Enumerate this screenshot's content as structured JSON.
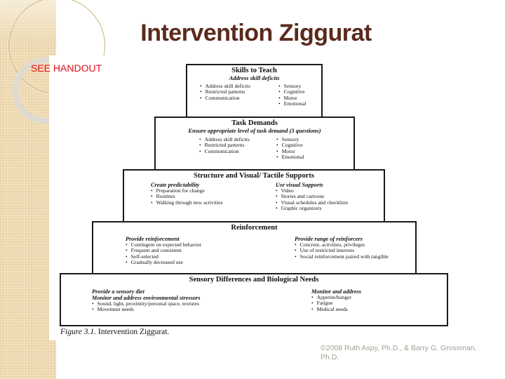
{
  "slide": {
    "title": "Intervention Ziggurat",
    "note": "SEE HANDOUT",
    "copyright": "©2008 Ruth Aspy, Ph.D., & Barry G. Grossman, Ph.D.",
    "colors": {
      "title": "#5a2a1c",
      "note": "#e0101a",
      "band": "#f1dfba",
      "copyright": "#a39e93"
    }
  },
  "figure": {
    "caption_label": "Figure 3.1.",
    "caption_text": "Intervention Ziggurat.",
    "levels": [
      {
        "title": "Skills to Teach",
        "subtitle": "Address skill deficits",
        "left_items": [
          "Address skill deficits",
          "Restricted patterns",
          "Communication"
        ],
        "right_items": [
          "Sensory",
          "Cognitive",
          "Motor",
          "Emotional"
        ]
      },
      {
        "title": "Task Demands",
        "subtitle": "Ensure appropriate level of task demand (3 questions)",
        "left_items": [
          "Address skill deficits",
          "Restricted patterns",
          "Communication"
        ],
        "right_items": [
          "Sensory",
          "Cognitive",
          "Motor",
          "Emotional"
        ]
      },
      {
        "title": "Structure and Visual/ Tactile Supports",
        "left_head": "Create predictability",
        "left_items": [
          "Preparation for change",
          "Routines",
          "Walking through new activities"
        ],
        "right_head": "Use visual Supports",
        "right_items": [
          "Video",
          "Stories and cartoons",
          "Visual schedules and checklists",
          "Graphic organizers"
        ]
      },
      {
        "title": "Reinforcement",
        "left_head": "Provide reinforcement",
        "left_items": [
          "Contingent on expected behavior",
          "Frequent and consistent",
          "Self-selected",
          "Gradually decreased use"
        ],
        "right_head": "Provide range of reinforcers",
        "right_items": [
          "Concrete, activities, privileges",
          "Use of restricted interests",
          "Social reinforcement paired with tangible"
        ]
      },
      {
        "title": "Sensory Differences and Biological Needs",
        "left_head": "Provide a sensory diet",
        "left_head2": "Monitor and address environmental stressors",
        "left_items": [
          "Sound, light, proximity/personal space, textures",
          "Movement needs"
        ],
        "right_head": "Monitor and address",
        "right_items": [
          "Appetite/hunger",
          "Fatigue",
          "Medical needs"
        ]
      }
    ]
  }
}
